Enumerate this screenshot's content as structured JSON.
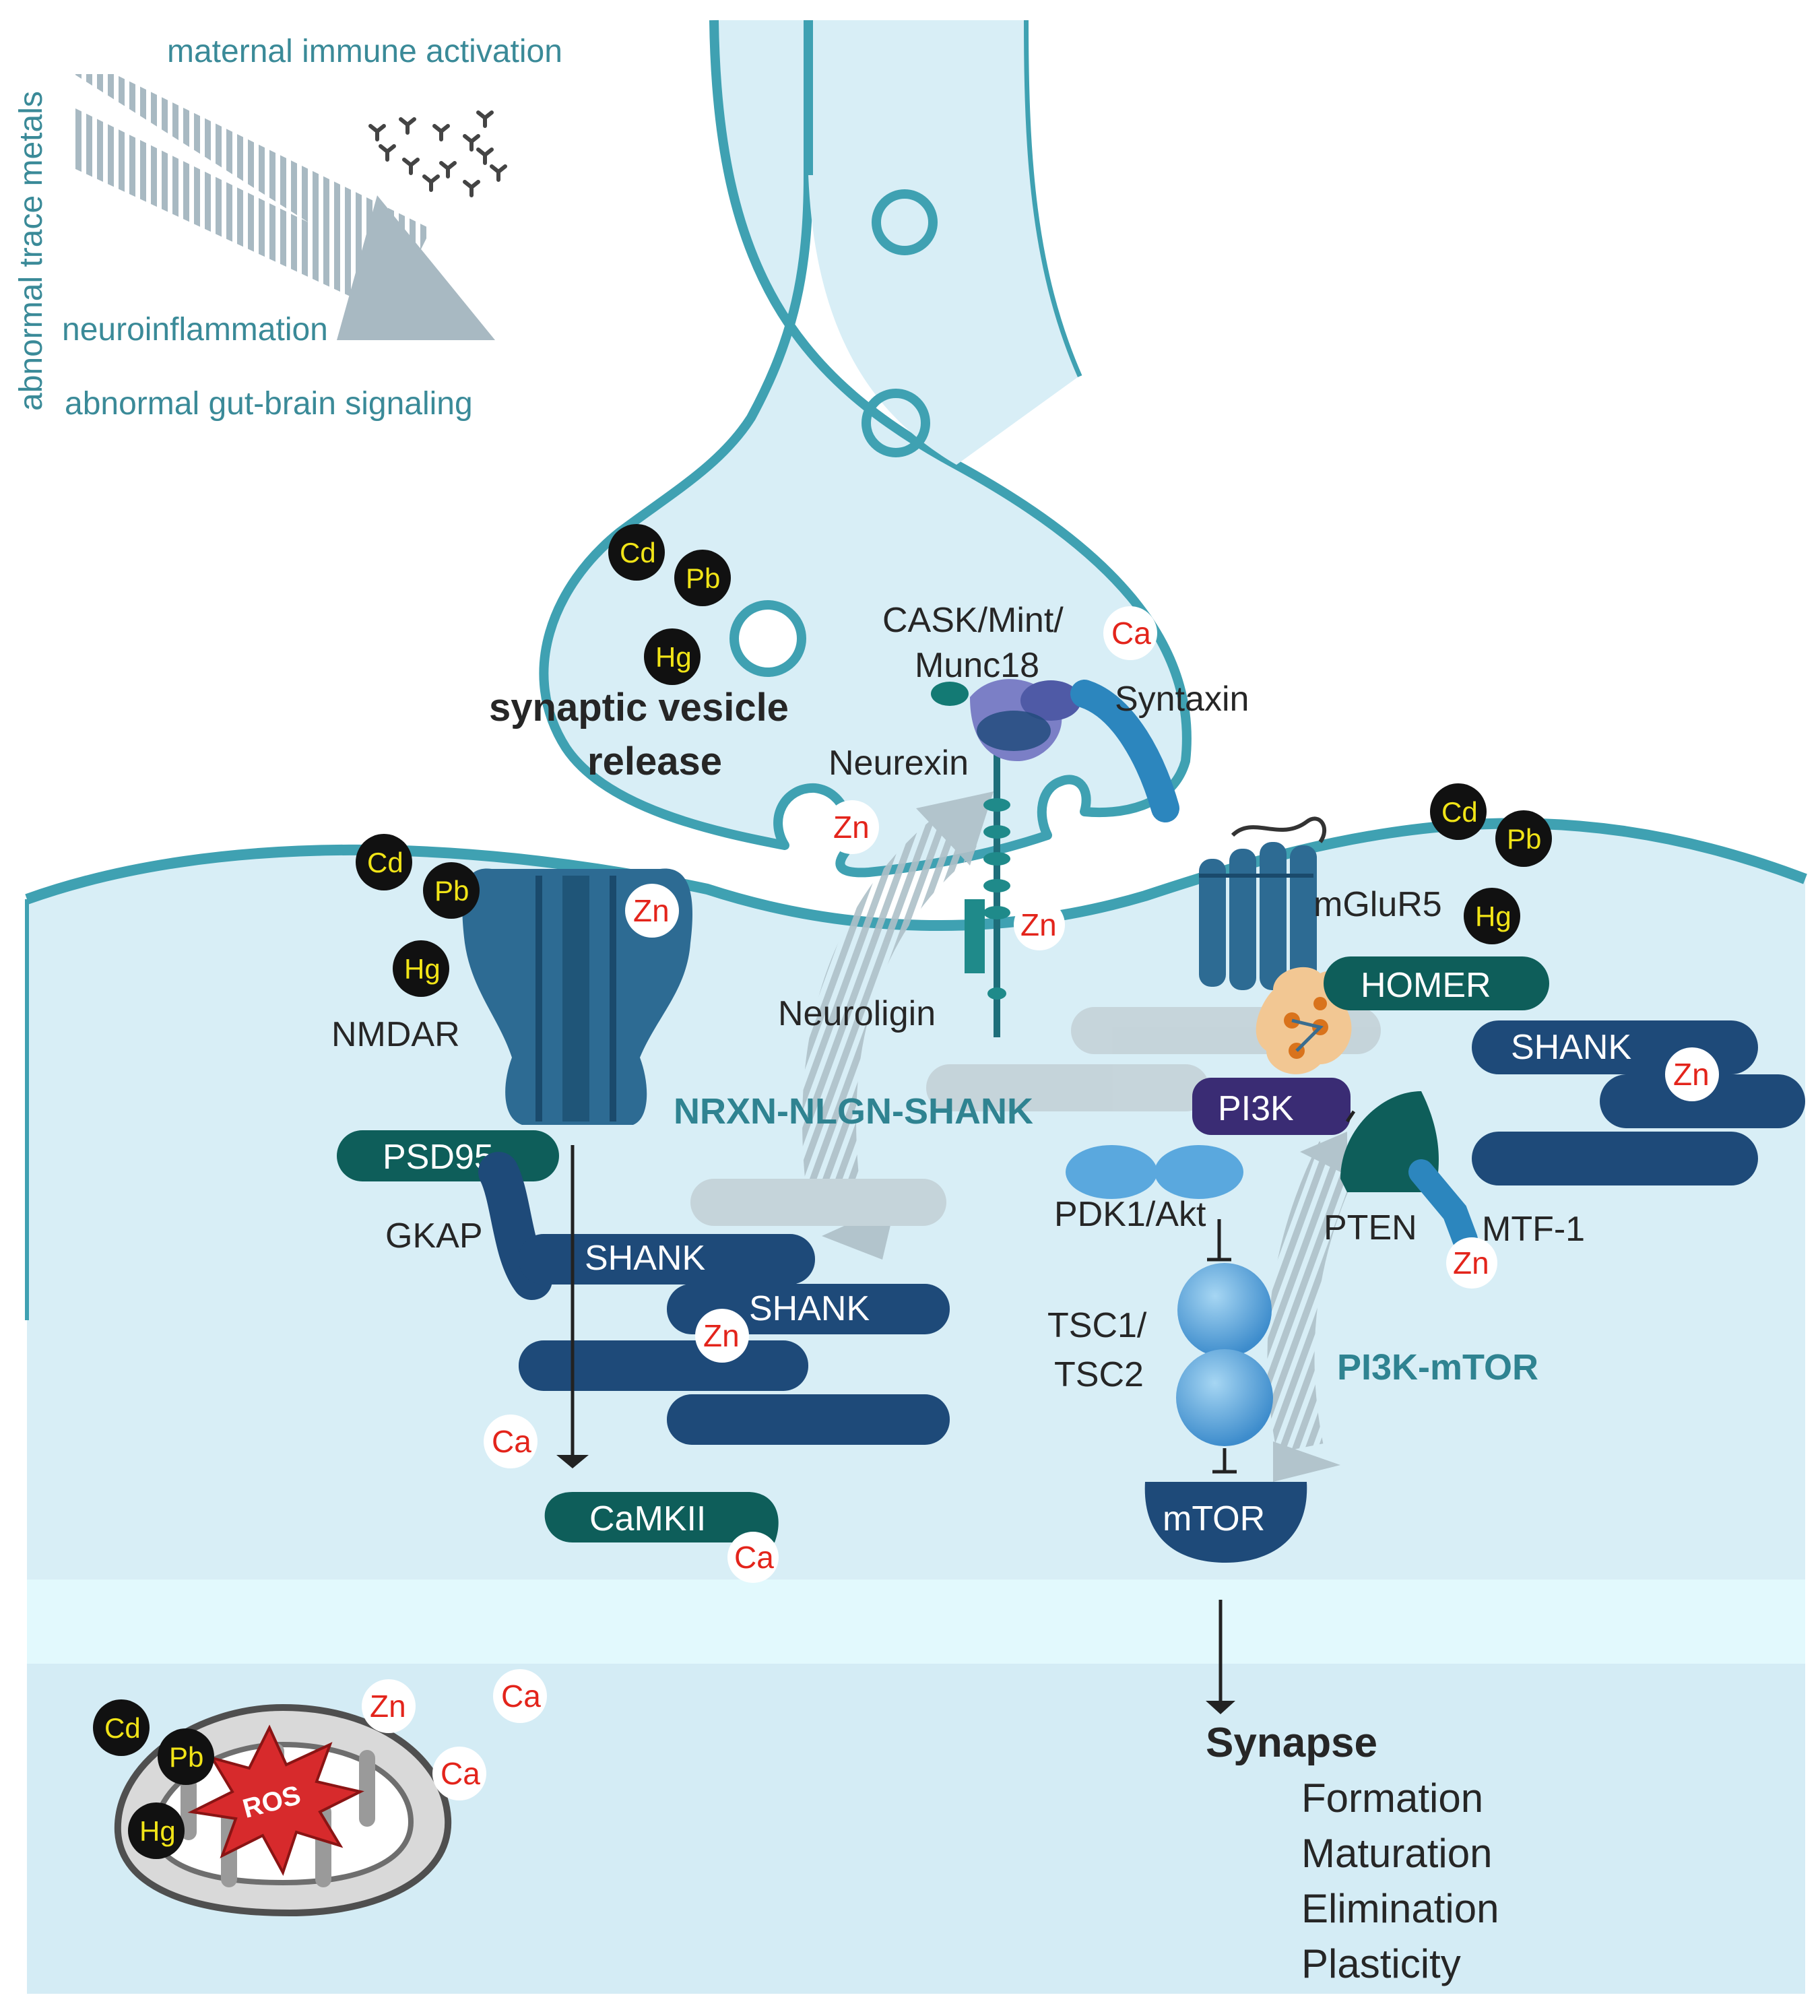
{
  "triggers": {
    "vertical_label": "abnormal trace metals",
    "top": "maternal immune activation",
    "middle": "neuroinflammation",
    "bottom": "abnormal gut-brain signaling"
  },
  "presynaptic": {
    "release_label_1": "synaptic vesicle",
    "release_label_2": "release",
    "cask_1": "CASK/Mint/",
    "cask_2": "Munc18",
    "syntaxin": "Syntaxin",
    "neurexin": "Neurexin",
    "neuroligin": "Neuroligin"
  },
  "postsynaptic": {
    "nmdar": "NMDAR",
    "psd95": "PSD95",
    "gkap": "GKAP",
    "shank_a": "SHANK",
    "shank_b": "SHANK",
    "shank_c": "SHANK",
    "camkii": "CaMKII",
    "mglur5": "mGluR5",
    "homer": "HOMER",
    "pi3k": "PI3K",
    "pdk1": "PDK1/Akt",
    "tsc_1": "TSC1/",
    "tsc_2": "TSC2",
    "pten": "PTEN",
    "mtf1": "MTF-1",
    "mtor": "mTOR"
  },
  "pathways": {
    "nrxn": "NRXN-NLGN-SHANK",
    "pi3k_mtor": "PI3K-mTOR"
  },
  "mito": {
    "ros": "ROS"
  },
  "outcome": {
    "title": "Synapse",
    "items": [
      "Formation",
      "Maturation",
      "Elimination",
      "Plasticity"
    ]
  },
  "ions": {
    "zn": "Zn",
    "ca": "Ca"
  },
  "metals": {
    "cd": "Cd",
    "pb": "Pb",
    "hg": "Hg"
  },
  "colors": {
    "cytoplasm": "#d8eef6",
    "membrane": "#3fa1b2",
    "protein_dark": "#1e4a79",
    "protein_teal": "#0e5e5a",
    "pi3k": "#3a2c74",
    "ion_red": "#e3241b",
    "metal_yellow": "#f1e417"
  }
}
